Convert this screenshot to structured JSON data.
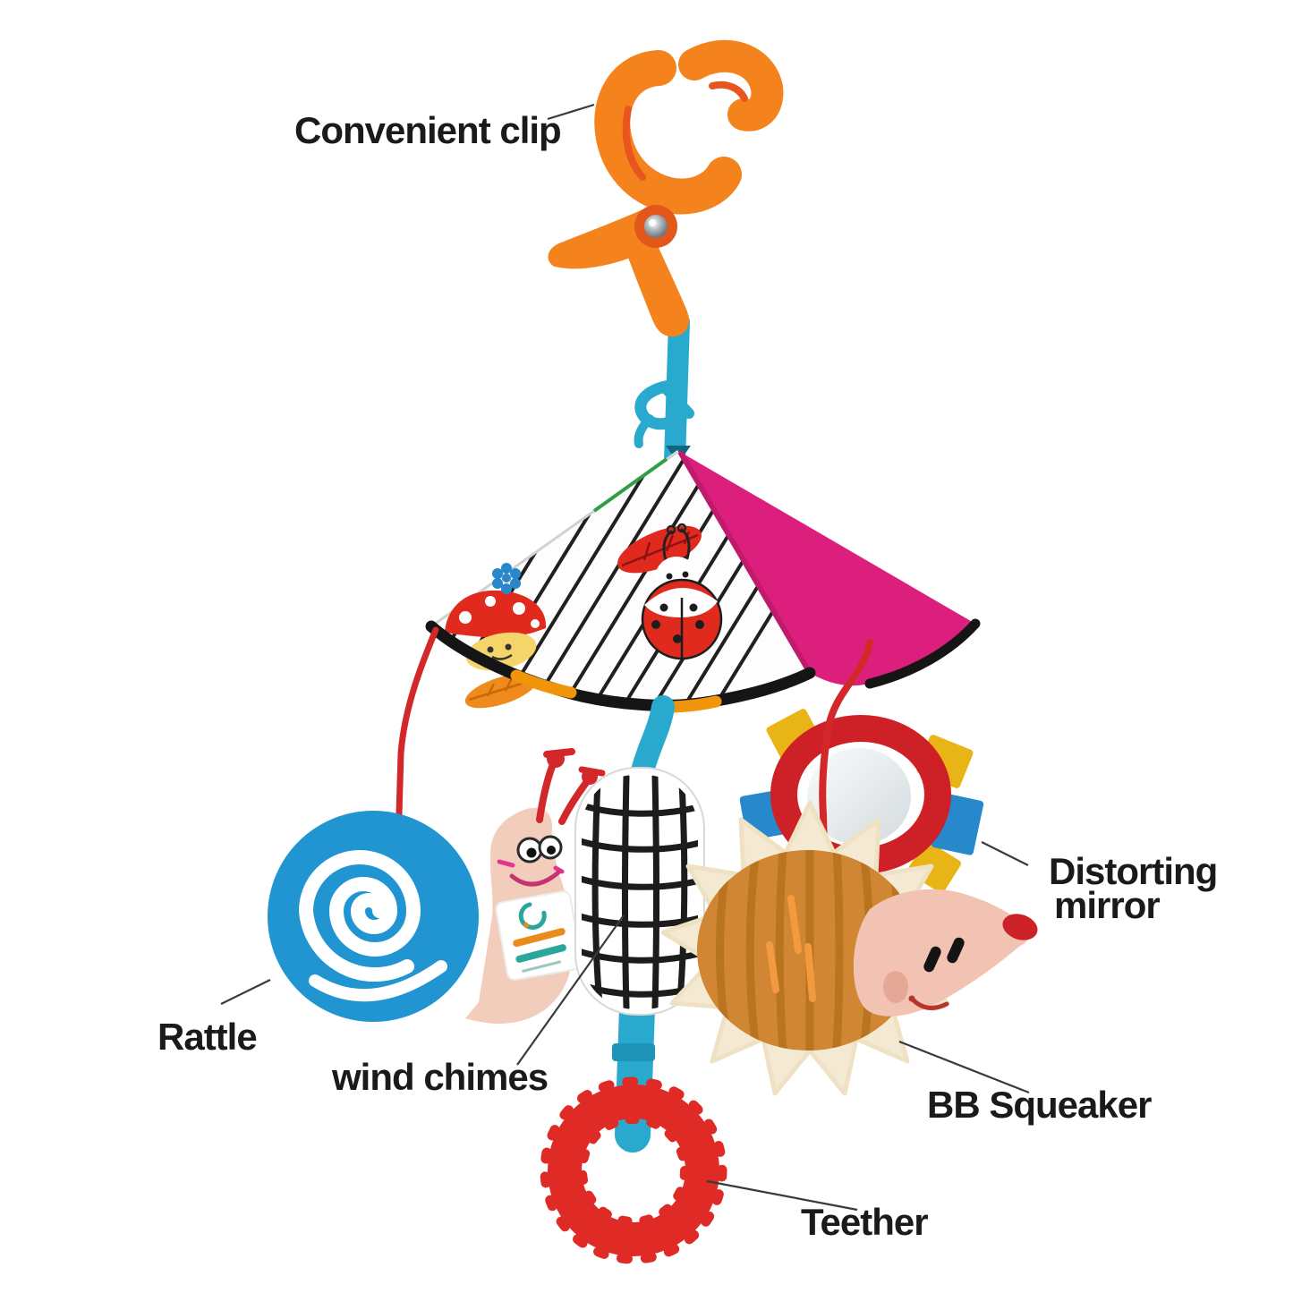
{
  "scene": {
    "background": "#ffffff",
    "text_color": "#1a1a1a",
    "leader_line_color": "#3a3a3a"
  },
  "labels": {
    "convenient_clip": "Convenient clip",
    "rattle": "Rattle",
    "wind_chimes": "wind chimes",
    "teether": "Teether",
    "bb_squeaker": "BB Squeaker",
    "distorting_mirror_line1": "Distorting",
    "distorting_mirror_line2": "mirror"
  },
  "parts": [
    "hanging-clip",
    "hanging-strap",
    "canopy",
    "hanging-cords",
    "snail-rattle",
    "brand-tag",
    "wind-chime",
    "distorting-mirror",
    "hedgehog-squeaker",
    "teether-ring"
  ],
  "colors": {
    "clip": "#f5831d",
    "clip_dark": "#e2571c",
    "strap": "#2aa9ce",
    "strap_dark": "#1f93b8",
    "canopy_white": "#fdfdfd",
    "canopy_pink": "#dc1f7c",
    "stripe": "#202020",
    "trim": "#151515",
    "trim_orange": "#f0940a",
    "print_red": "#e02a1e",
    "print_orange": "#ef8b1d",
    "print_yellow": "#f5d469",
    "print_blue": "#2787c8",
    "print_green": "#2f9e44",
    "cord": "#d3282a",
    "shell": "#2095d2",
    "spiral": "#ffffff",
    "snail_skin": "#f3cdbb",
    "chime_grid": "#1c1c1c",
    "mirror_ring": "#ce2127",
    "tag_yellow": "#e9b416",
    "tag_blue": "#2789cb",
    "spikes": "#f4e9d2",
    "hedgehog_body": "#d08632",
    "hedgehog_rib": "#b9741f",
    "hedgehog_streak": "#f29a3f",
    "hedgehog_face": "#f2c3b2",
    "nose": "#cc2127",
    "teether": "#e02a26"
  }
}
